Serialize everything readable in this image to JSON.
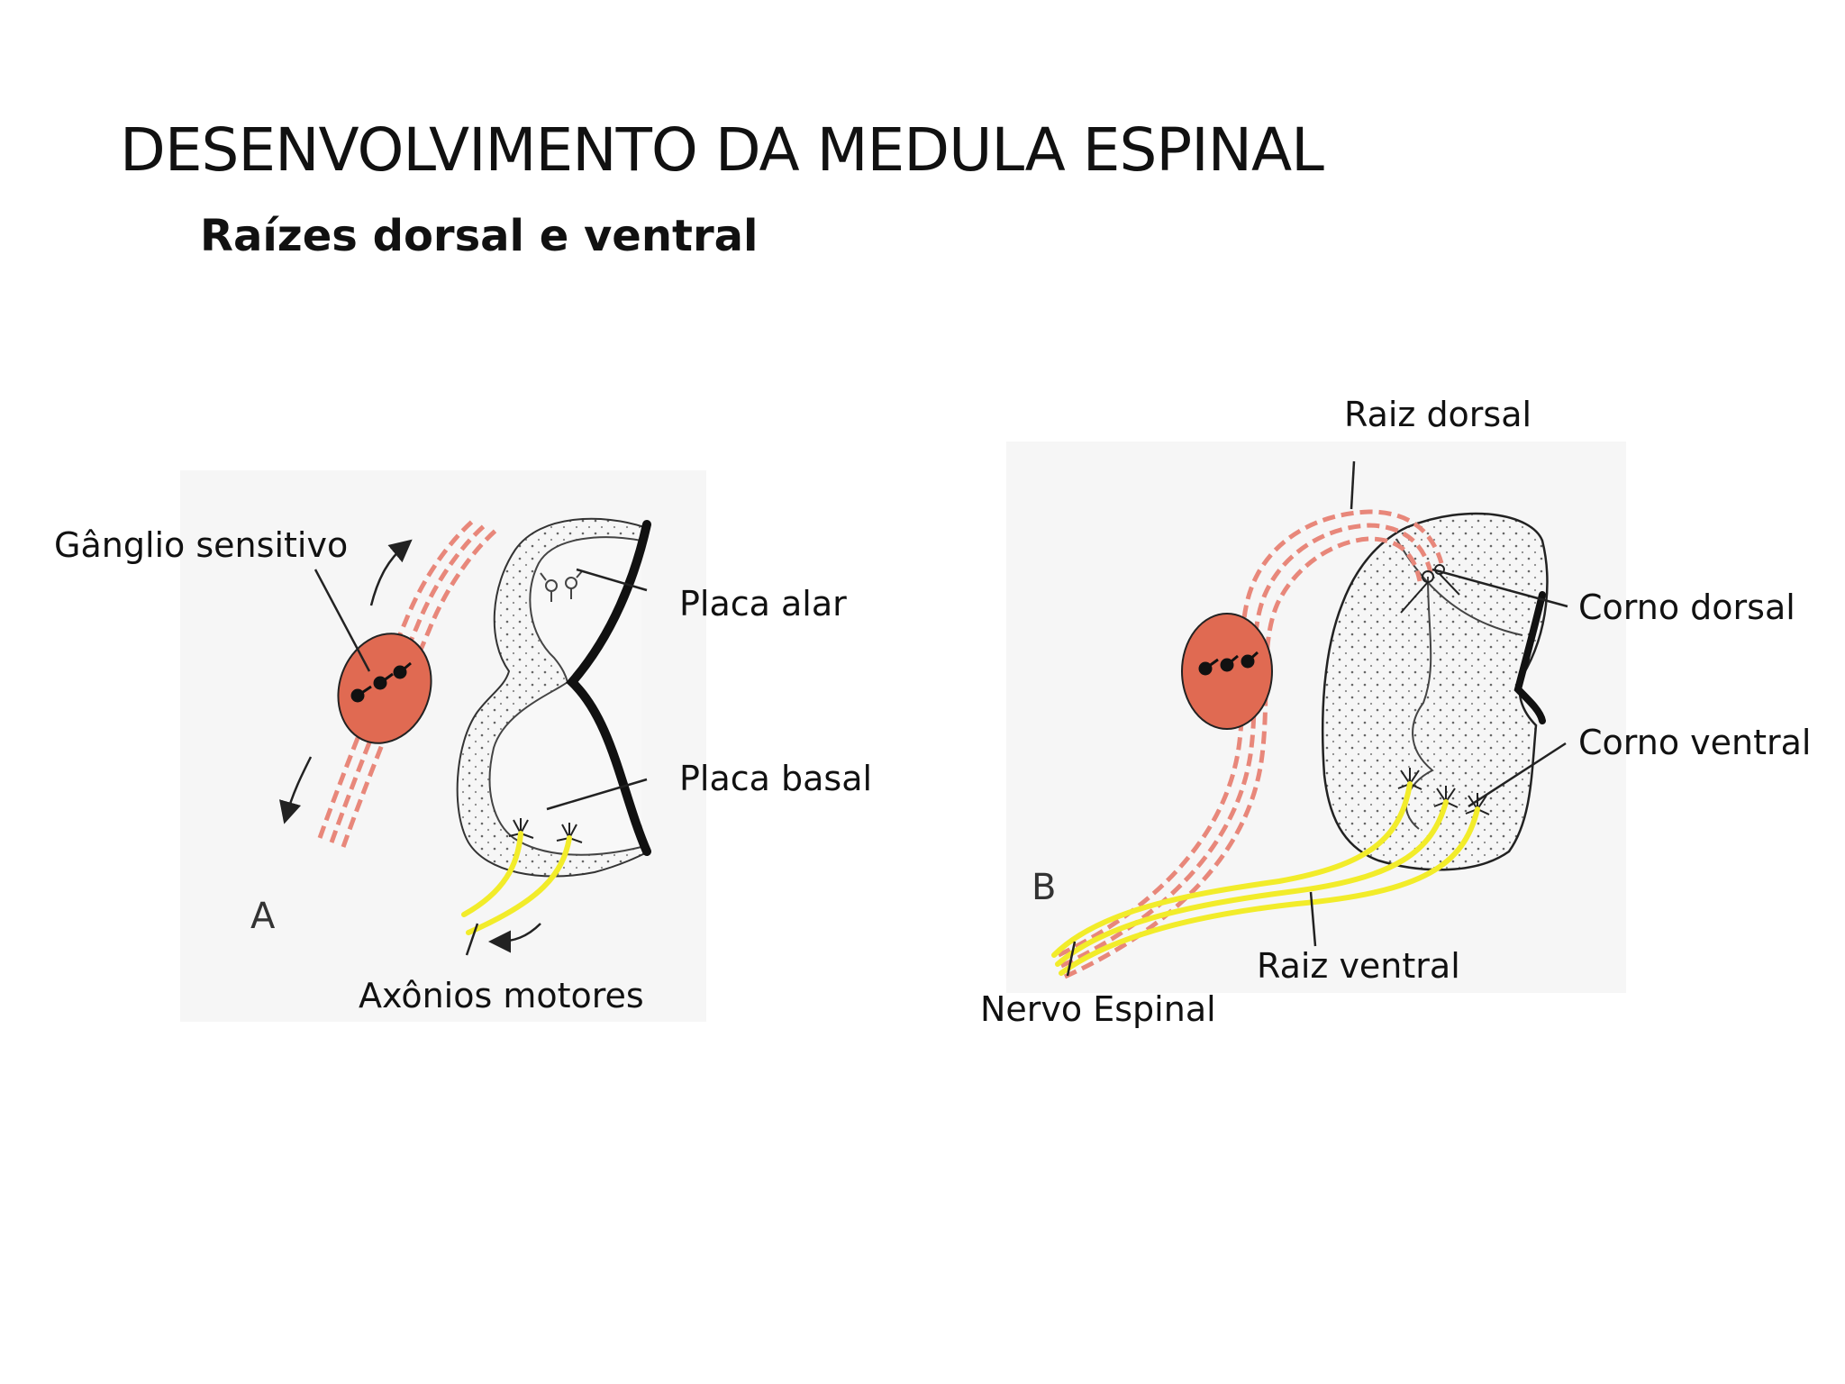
{
  "slide": {
    "title": "DESENVOLVIMENTO DA MEDULA ESPINAL",
    "subtitle": "Raízes dorsal e ventral"
  },
  "diagram_a": {
    "panel_letter": "A",
    "labels": {
      "ganglion": "Gânglio sensitivo",
      "alar_plate": "Placa alar",
      "basal_plate": "Placa basal",
      "motor_axons": "Axônios motores"
    }
  },
  "diagram_b": {
    "panel_letter": "B",
    "labels": {
      "dorsal_root": "Raiz dorsal",
      "dorsal_horn": "Corno dorsal",
      "ventral_horn": "Corno ventral",
      "ventral_root": "Raiz ventral",
      "spinal_nerve": "Nervo Espinal"
    }
  },
  "colors": {
    "ganglion_fill": "#e06a52",
    "sensory_fiber": "#e8877a",
    "motor_fiber": "#f2ec2a",
    "outline": "#222222",
    "panel_background": "#f6f6f6"
  }
}
